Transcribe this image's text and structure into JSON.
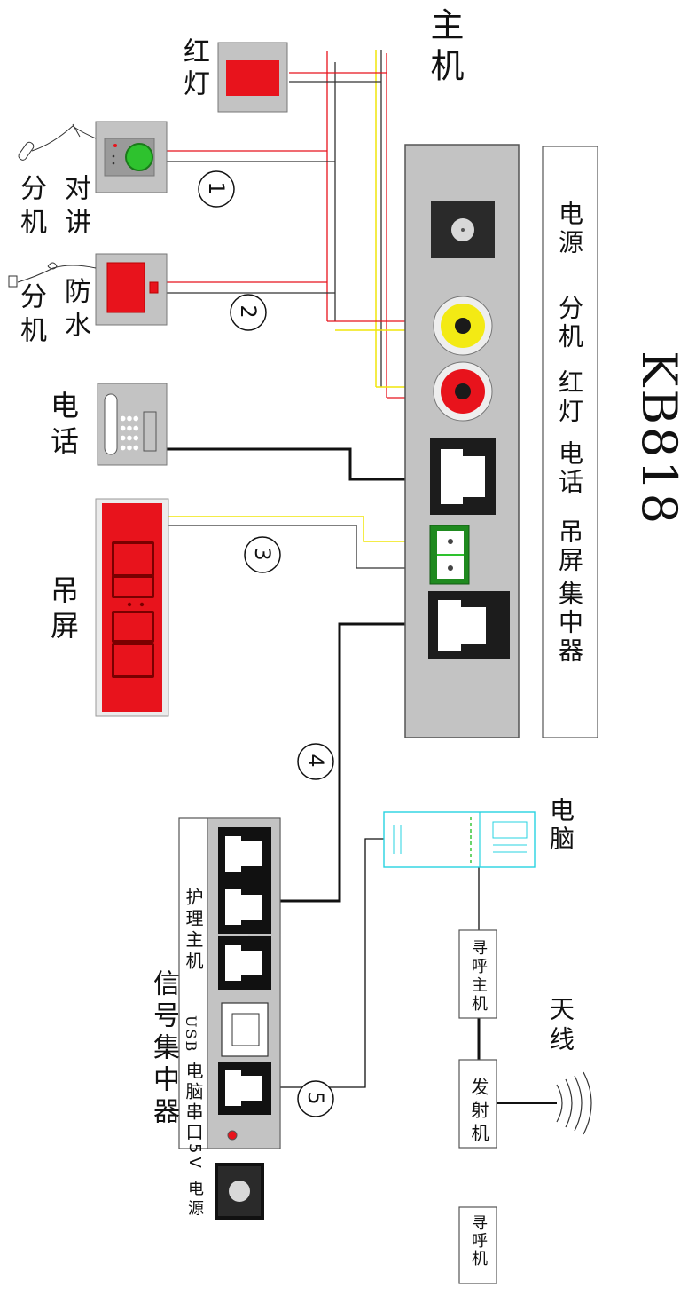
{
  "title": "KB818",
  "host_label": "主机",
  "host_panel_labels": [
    "电源",
    "分机",
    "红灯",
    "电话",
    "吊屏",
    "集中器"
  ],
  "devices": {
    "red_light": "红灯",
    "intercom_line1": "对讲",
    "intercom_line2": "分机",
    "waterproof_line1": "防水",
    "waterproof_line2": "分机",
    "phone": "电话",
    "hanging_screen": "吊屏",
    "computer": "电脑",
    "pager_host": "寻呼主机",
    "transmitter": "发射机",
    "antenna": "天线",
    "pager": "寻呼机"
  },
  "concentrator": {
    "title": "信号集中器",
    "nursing_label": "护理主机",
    "usb_label": "USB",
    "serial_label": "电脑串口",
    "power_label": "5V 电源"
  },
  "connection_markers": [
    "1",
    "2",
    "3",
    "4",
    "5"
  ],
  "colors": {
    "red": "#e8131c",
    "yellow": "#f0e60a",
    "green": "#2ec22e",
    "panel_gray": "#c3c3c3",
    "cyan": "#27d3e0"
  }
}
